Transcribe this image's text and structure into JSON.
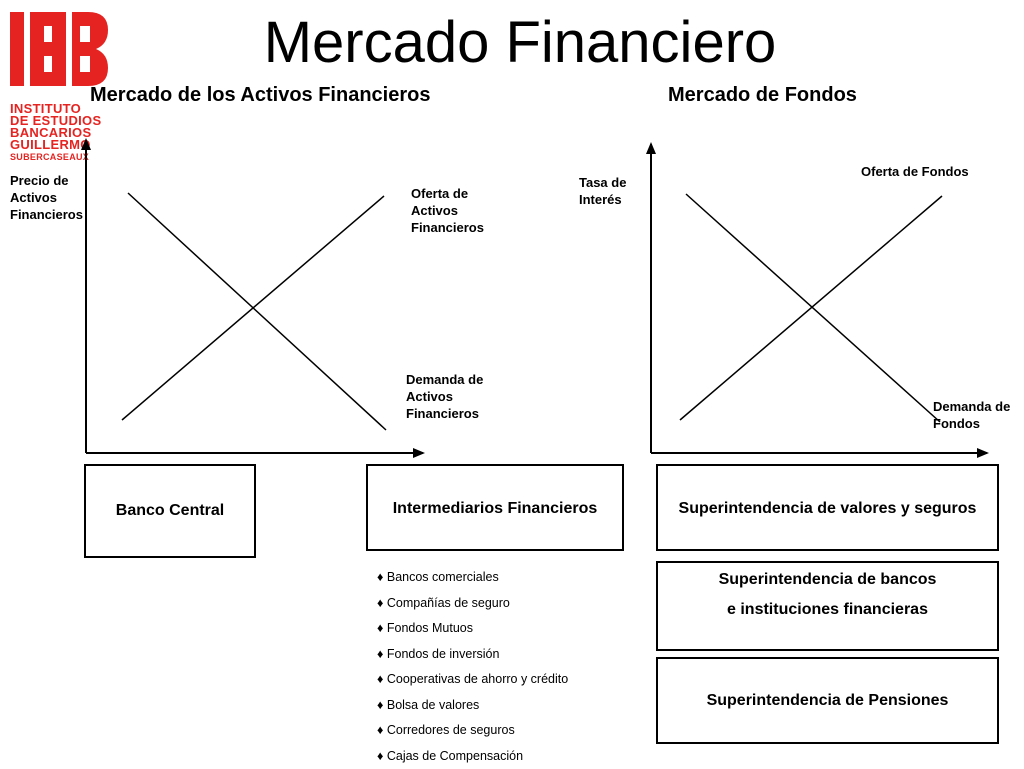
{
  "logo": {
    "lines": [
      "INSTITUTO",
      "DE ESTUDIOS",
      "BANCARIOS",
      "GUILLERMO",
      "SUBERCASEAUX"
    ],
    "color": "#e52421"
  },
  "title": "Mercado Financiero",
  "left_diagram": {
    "title": "Mercado de los Activos Financieros",
    "y_axis_label": [
      "Precio de",
      "Activos",
      "Financieros"
    ],
    "supply_label": [
      "Oferta de",
      "Activos",
      "Financieros"
    ],
    "demand_label": [
      "Demanda de",
      "Activos",
      "Financieros"
    ]
  },
  "right_diagram": {
    "title": "Mercado de Fondos",
    "y_axis_label": [
      "Tasa de",
      "Interés"
    ],
    "supply_label": [
      "Oferta de Fondos"
    ],
    "demand_label": [
      "Demanda de",
      "Fondos"
    ]
  },
  "boxes": {
    "banco_central": "Banco Central",
    "intermediarios": "Intermediarios Financieros",
    "sup_valores": "Superintendencia de valores y seguros",
    "sup_bancos": [
      "Superintendencia de bancos",
      "e instituciones financieras"
    ],
    "sup_pensiones": "Superintendencia de Pensiones"
  },
  "intermediarios_list": [
    "♦ Bancos comerciales",
    "♦ Compañías de seguro",
    "♦ Fondos Mutuos",
    "♦ Fondos de inversión",
    "♦ Cooperativas de ahorro y crédito",
    "♦ Bolsa de valores",
    "♦ Corredores de seguros",
    "♦ Cajas de Compensación"
  ]
}
